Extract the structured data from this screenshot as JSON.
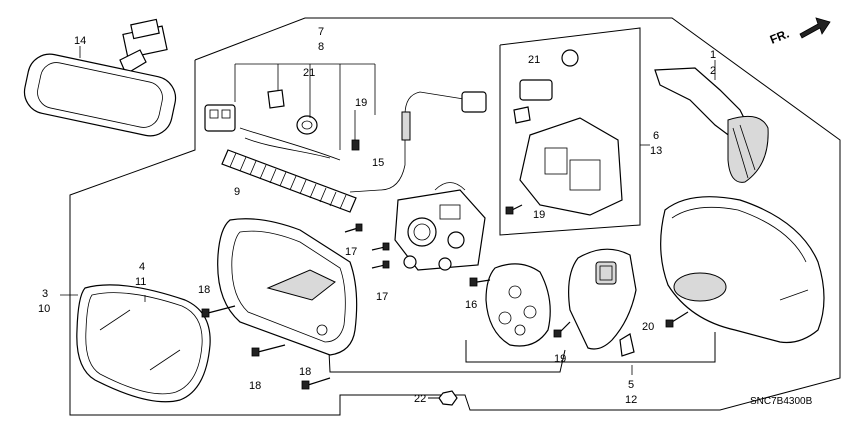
{
  "direction_label": "FR.",
  "diagram_code": "SNC7B4300B",
  "callouts": [
    {
      "id": "c14",
      "text": "14"
    },
    {
      "id": "c7",
      "text": "7"
    },
    {
      "id": "c8",
      "text": "8"
    },
    {
      "id": "c21a",
      "text": "21"
    },
    {
      "id": "c19a",
      "text": "19"
    },
    {
      "id": "c15",
      "text": "15"
    },
    {
      "id": "c9",
      "text": "9"
    },
    {
      "id": "c17a",
      "text": "17"
    },
    {
      "id": "c17b",
      "text": "17"
    },
    {
      "id": "c21b",
      "text": "21"
    },
    {
      "id": "c6",
      "text": "6"
    },
    {
      "id": "c13",
      "text": "13"
    },
    {
      "id": "c19b",
      "text": "19"
    },
    {
      "id": "c1",
      "text": "1"
    },
    {
      "id": "c2",
      "text": "2"
    },
    {
      "id": "c4",
      "text": "4"
    },
    {
      "id": "c11",
      "text": "11"
    },
    {
      "id": "c3",
      "text": "3"
    },
    {
      "id": "c10",
      "text": "10"
    },
    {
      "id": "c18a",
      "text": "18"
    },
    {
      "id": "c18b",
      "text": "18"
    },
    {
      "id": "c18c",
      "text": "18"
    },
    {
      "id": "c16",
      "text": "16"
    },
    {
      "id": "c19c",
      "text": "19"
    },
    {
      "id": "c20",
      "text": "20"
    },
    {
      "id": "c5",
      "text": "5"
    },
    {
      "id": "c12",
      "text": "12"
    },
    {
      "id": "c22",
      "text": "22"
    }
  ]
}
